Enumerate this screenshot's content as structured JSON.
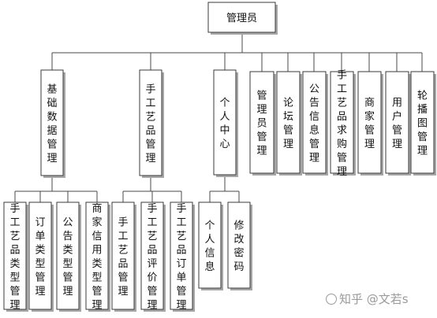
{
  "diagram": {
    "root": "管理员",
    "level1": [
      "基础数据管理",
      "手工艺品管理",
      "个人中心",
      "管理员管理",
      "论坛管理",
      "公告信息管理",
      "手工艺品求购管理",
      "商家管理",
      "用户管理",
      "轮播图管理"
    ],
    "level2_basic_data": [
      "手工艺品类型管理",
      "订单类型管理",
      "公告类型管理",
      "商家信用类型管理"
    ],
    "level2_handicraft": [
      "手工艺品管理",
      "手工艺品评价管理",
      "手工艺品订单管理"
    ],
    "level2_personal_center": [
      "个人信息",
      "修改密码"
    ]
  },
  "watermark": {
    "text": "知乎 @文若s"
  },
  "colors": {
    "box_border": "#3a3a3a",
    "shadow": "#a6a6a6",
    "line": "#4a4a4a",
    "text": "#111111",
    "watermark": "#9a9a9a"
  }
}
